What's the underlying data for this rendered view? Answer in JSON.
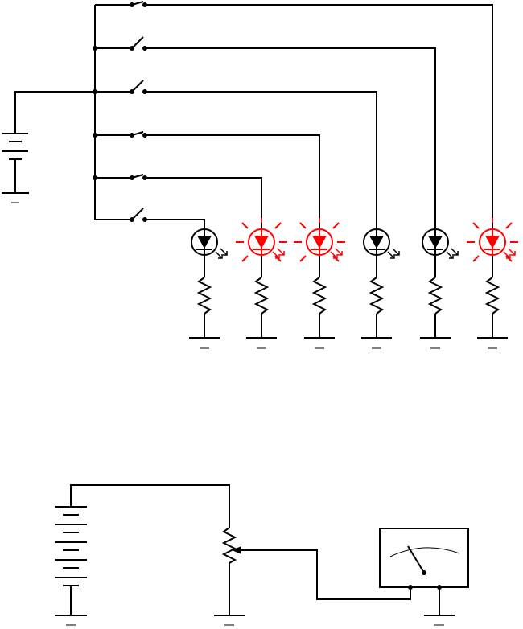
{
  "diagram": {
    "switch_circuit": {
      "switches": [
        {
          "id": "s1",
          "state": "closed"
        },
        {
          "id": "s2",
          "state": "open"
        },
        {
          "id": "s3",
          "state": "open"
        },
        {
          "id": "s4",
          "state": "closed"
        },
        {
          "id": "s5",
          "state": "closed"
        },
        {
          "id": "s6",
          "state": "open"
        }
      ],
      "leds": [
        {
          "id": "led1",
          "lit": false,
          "color": "#000000"
        },
        {
          "id": "led2",
          "lit": true,
          "color": "#ff0000"
        },
        {
          "id": "led3",
          "lit": true,
          "color": "#ff0000"
        },
        {
          "id": "led4",
          "lit": false,
          "color": "#000000"
        },
        {
          "id": "led5",
          "lit": false,
          "color": "#000000"
        },
        {
          "id": "led6",
          "lit": true,
          "color": "#ff0000"
        }
      ]
    },
    "meter_circuit": {
      "components": [
        "multi-cell-battery",
        "potentiometer",
        "analog-meter"
      ]
    }
  }
}
